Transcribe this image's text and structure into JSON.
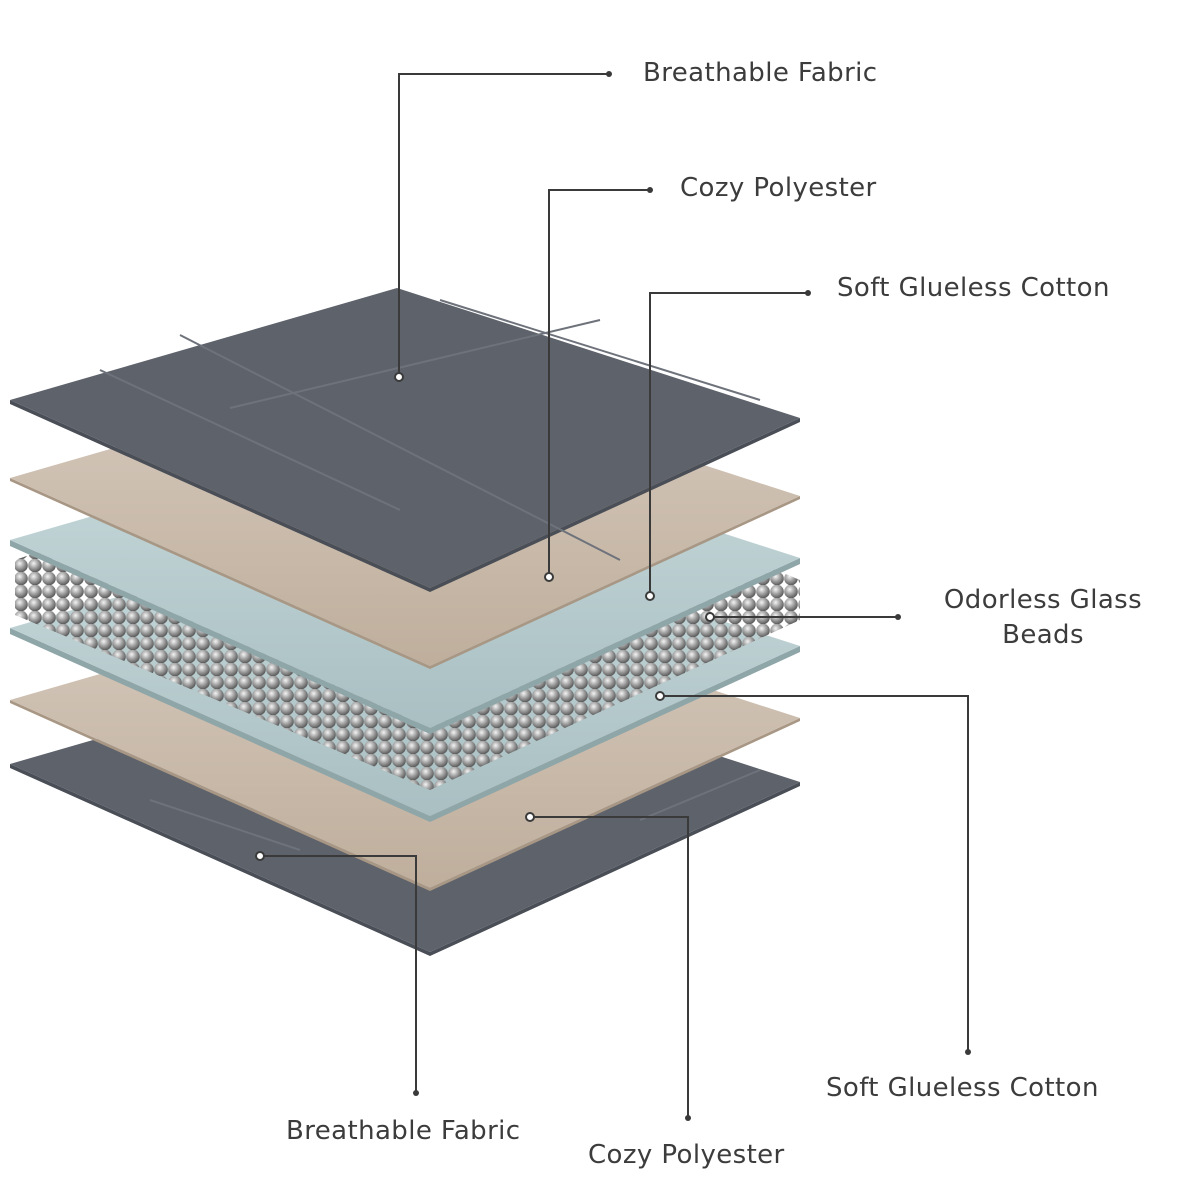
{
  "title": "Weighted blanket layer structure",
  "labels": {
    "top_fabric": "Breathable Fabric",
    "top_polyester": "Cozy Polyester",
    "top_cotton": "Soft Glueless Cotton",
    "beads_line1": "Odorless Glass",
    "beads_line2": "Beads",
    "bottom_cotton": "Soft Glueless Cotton",
    "bottom_polyester": "Cozy Polyester",
    "bottom_fabric": "Breathable Fabric"
  },
  "colors": {
    "fabric": "#5e626b",
    "polyester": "#cdbfb1",
    "cotton": "#b9cdd0",
    "beads": "#9a9a9a",
    "line": "#3a3a3a",
    "text": "#3c3c3c"
  }
}
